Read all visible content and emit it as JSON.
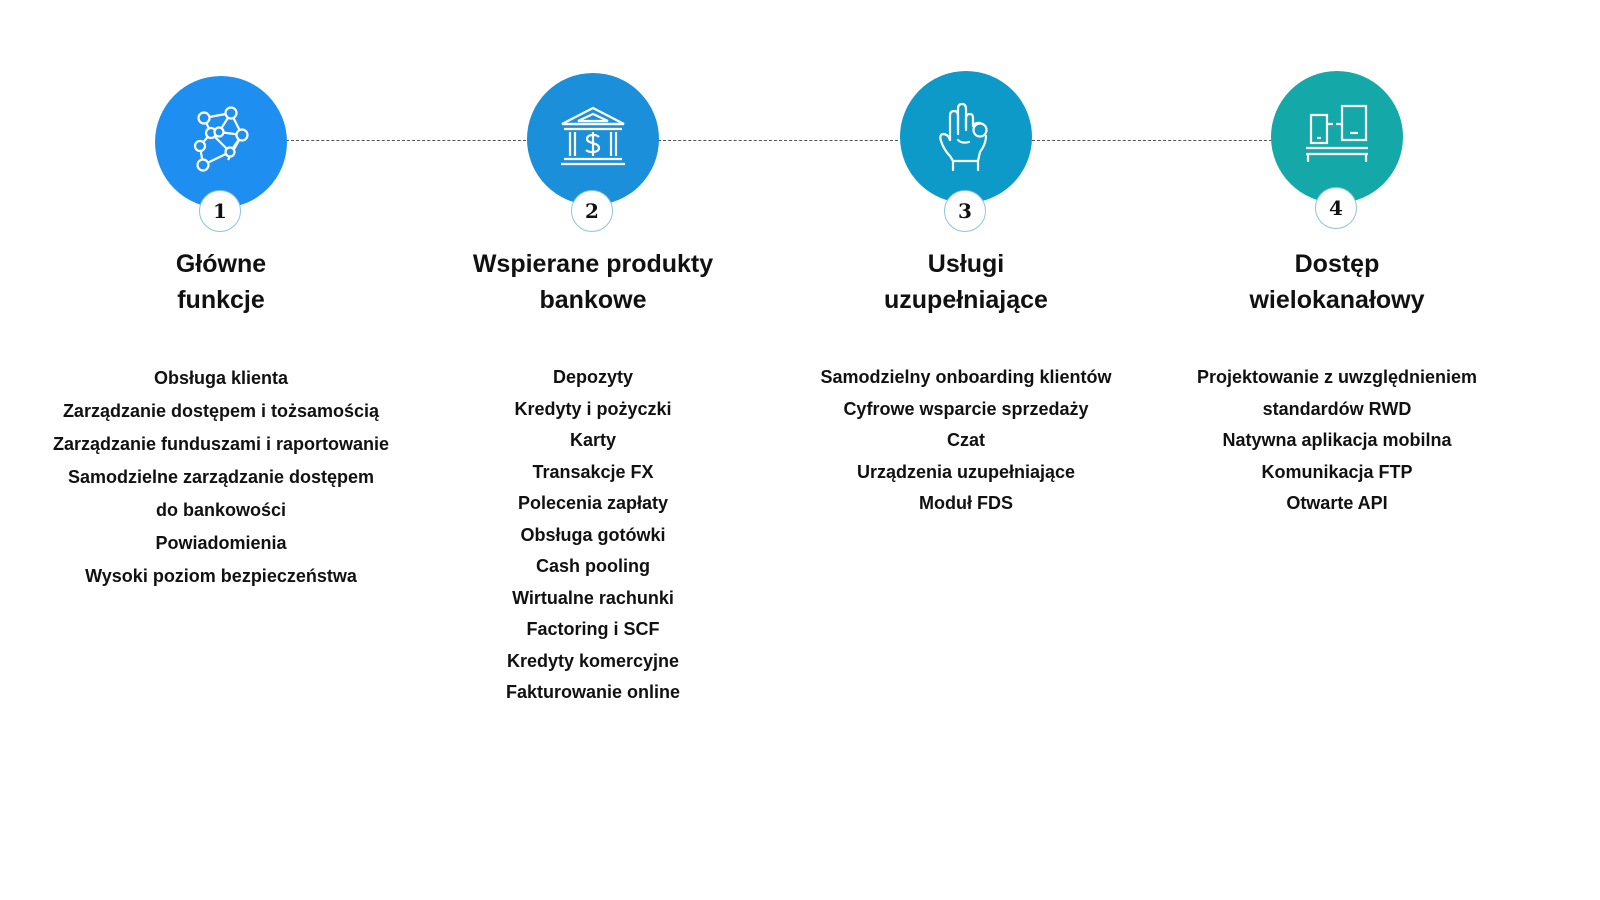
{
  "colors": {
    "step1": "#1e8ff0",
    "step2": "#1b8fd9",
    "step3": "#0d9ac8",
    "step4": "#14a9a8",
    "connector": "#555555"
  },
  "steps": [
    {
      "number": "1",
      "icon": "network-nodes-icon",
      "title_lines": [
        "Główne",
        "funkcje"
      ],
      "items": [
        "Obsługa klienta",
        "Zarządzanie dostępem i tożsamością",
        "Zarządzanie funduszami i raportowanie",
        "Samodzielne zarządzanie dostępem",
        "do bankowości",
        "Powiadomienia",
        "Wysoki poziom bezpieczeństwa"
      ]
    },
    {
      "number": "2",
      "icon": "bank-icon",
      "title_lines": [
        "Wspierane produkty",
        "bankowe"
      ],
      "items": [
        "Depozyty",
        "Kredyty i pożyczki",
        "Karty",
        "Transakcje FX",
        "Polecenia zapłaty",
        "Obsługa gotówki",
        "Cash pooling",
        "Wirtualne rachunki",
        "Factoring i SCF",
        "Kredyty komercyjne",
        "Fakturowanie online"
      ]
    },
    {
      "number": "3",
      "icon": "ok-hand-icon",
      "title_lines": [
        "Usługi",
        "uzupełniające"
      ],
      "items": [
        "Samodzielny onboarding klientów",
        "Cyfrowe wsparcie sprzedaży",
        "Czat",
        "Urządzenia uzupełniające",
        "Moduł FDS"
      ]
    },
    {
      "number": "4",
      "icon": "multi-device-icon",
      "title_lines": [
        "Dostęp",
        "wielokanałowy"
      ],
      "items": [
        "Projektowanie z uwzględnieniem",
        "standardów RWD",
        "Natywna aplikacja mobilna",
        "Komunikacja FTP",
        "Otwarte API"
      ]
    }
  ]
}
